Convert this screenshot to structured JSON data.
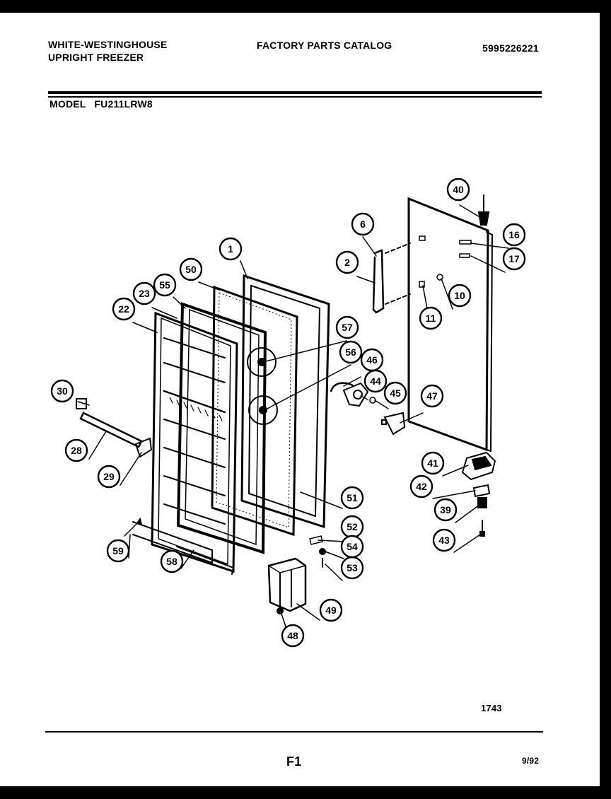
{
  "header": {
    "brand_line1": "WHITE-WESTINGHOUSE",
    "brand_line2": "UPRIGHT FREEZER",
    "catalog_title": "FACTORY PARTS CATALOG",
    "catalog_number": "5995226221",
    "model_label": "MODEL",
    "model_number": "FU211LRW8"
  },
  "diagram": {
    "part_numbers": [
      "1",
      "2",
      "6",
      "10",
      "11",
      "16",
      "17",
      "22",
      "23",
      "28",
      "29",
      "30",
      "39",
      "40",
      "41",
      "42",
      "43",
      "44",
      "45",
      "46",
      "47",
      "48",
      "49",
      "50",
      "51",
      "52",
      "53",
      "54",
      "55",
      "56",
      "57",
      "58",
      "59"
    ]
  },
  "footer": {
    "figure_number": "1743",
    "page_label": "F1",
    "date": "9/92"
  }
}
